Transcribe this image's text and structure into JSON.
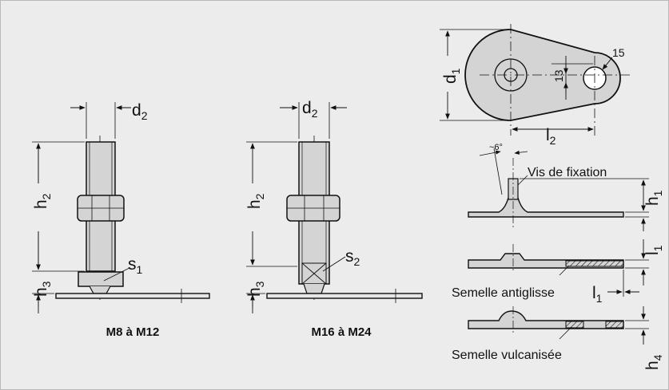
{
  "figure": {
    "views": {
      "small_range": {
        "caption": "M8 à M12",
        "dims": {
          "d2": {
            "main": "d",
            "sub": "2"
          },
          "h2": {
            "main": "h",
            "sub": "2"
          },
          "h3": {
            "main": "h",
            "sub": "3"
          },
          "s1": {
            "main": "s",
            "sub": "1"
          }
        }
      },
      "large_range": {
        "caption": "M16 à M24",
        "dims": {
          "d2": {
            "main": "d",
            "sub": "2"
          },
          "h2": {
            "main": "h",
            "sub": "2"
          },
          "h3": {
            "main": "h",
            "sub": "3"
          },
          "s2": {
            "main": "s",
            "sub": "2"
          }
        }
      },
      "top_view": {
        "d1": {
          "main": "d",
          "sub": "1"
        },
        "l2": {
          "main": "l",
          "sub": "2"
        },
        "hole_dia": "15",
        "hole_offset": "13"
      },
      "sections": {
        "angle": "~6°",
        "screw_label": "Vis de fixation",
        "h1": {
          "main": "h",
          "sub": "1"
        },
        "l1_vertical": {
          "main": "l",
          "sub": "1"
        },
        "l1": {
          "main": "l",
          "sub": "1"
        },
        "antislip_label": "Semelle antiglisse",
        "vulcanised_label": "Semelle vulcanisée",
        "h4": {
          "main": "h",
          "sub": "4"
        }
      }
    }
  }
}
